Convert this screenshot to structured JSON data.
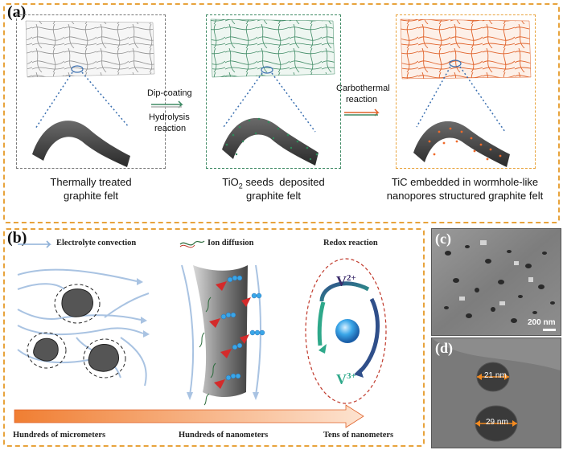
{
  "panel_a": {
    "label": "(a)",
    "step1_caption": [
      "Thermally treated",
      "graphite felt"
    ],
    "step2_caption_line1_pre": "TiO",
    "step2_caption_line1_sub": "2",
    "step2_caption_line1_post": " seeds  deposited",
    "step2_caption_line2": "graphite felt",
    "step3_caption": [
      "TiC embedded in wormhole-like",
      "nanopores structured graphite felt"
    ],
    "arrow1_top": "Dip-coating",
    "arrow1_bottom": [
      "Hydrolysis",
      "reaction"
    ],
    "arrow2_top": [
      "Carbothermal",
      "reaction"
    ],
    "colors": {
      "gray": "#8a8a8a",
      "green": "#3e8a64",
      "orange": "#e0622a"
    }
  },
  "panel_b": {
    "label": "(b)",
    "legend_convection": "Electrolyte convection",
    "legend_diffusion": "Ion diffusion",
    "legend_redox": "Redox reaction",
    "v2_base": "V",
    "v2_sup": "2+",
    "v3_base": "V",
    "v3_sup": "3+",
    "scale_labels": [
      "Hundreds of micrometers",
      "Hundreds of nanometers",
      "Tens of nanometers"
    ]
  },
  "panel_c": {
    "label": "(c)",
    "scale_bar": "200 nm"
  },
  "panel_d": {
    "label": "(d)",
    "measure1": "21 nm",
    "measure2": "29 nm"
  }
}
